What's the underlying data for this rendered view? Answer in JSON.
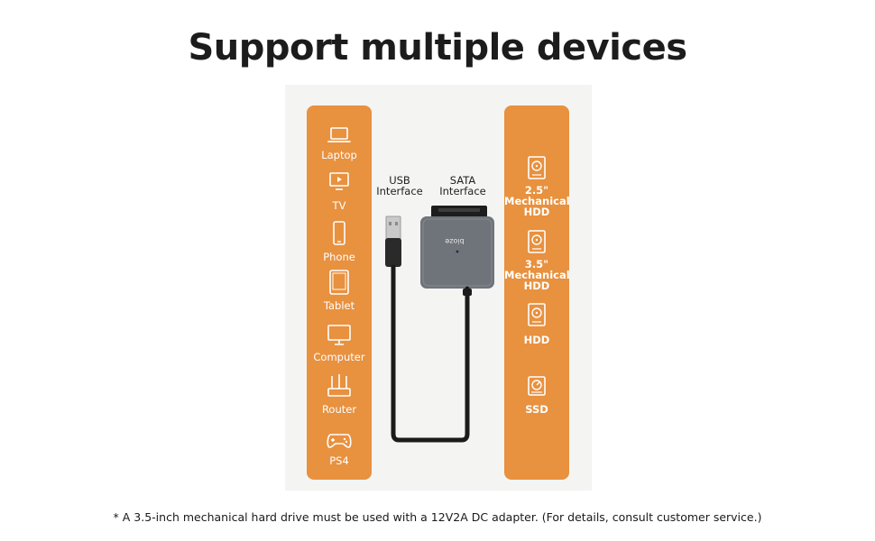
{
  "title": "Support multiple devices",
  "left_devices": [
    {
      "label": "Laptop",
      "icon": "laptop-icon"
    },
    {
      "label": "TV",
      "icon": "tv-icon"
    },
    {
      "label": "Phone",
      "icon": "phone-icon"
    },
    {
      "label": "Tablet",
      "icon": "tablet-icon"
    },
    {
      "label": "Computer",
      "icon": "monitor-icon"
    },
    {
      "label": "Router",
      "icon": "router-icon"
    },
    {
      "label": "PS4",
      "icon": "gamepad-icon"
    }
  ],
  "right_drives": [
    {
      "label_lines": [
        "2.5\"",
        "Mechanical",
        "HDD"
      ],
      "icon": "hard-disk-icon"
    },
    {
      "label_lines": [
        "3.5\"",
        "Mechanical",
        "HDD"
      ],
      "icon": "hard-disk-icon"
    },
    {
      "label_lines": [
        "HDD"
      ],
      "icon": "hard-disk-icon"
    },
    {
      "label_lines": [
        "SSD"
      ],
      "icon": "ssd-icon"
    }
  ],
  "interfaces": {
    "usb": [
      "USB",
      "Interface"
    ],
    "sata": [
      "SATA",
      "Interface"
    ]
  },
  "product_brand": "bioze",
  "footnote": "* A 3.5-inch mechanical hard drive must be used with a 12V2A DC adapter. (For details, consult customer service.)",
  "colors": {
    "panel": "#e8913f",
    "adapter_body": "#6f737a",
    "cable": "#1b1b1b"
  }
}
